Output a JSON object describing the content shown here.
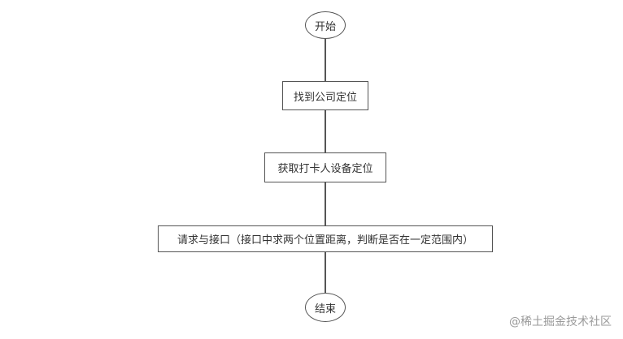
{
  "diagram": {
    "start": "开始",
    "step1": "找到公司定位",
    "step2": "获取打卡人设备定位",
    "step3": "请求与接口（接口中求两个位置距离，判断是否在一定范围内）",
    "end": "结束"
  },
  "watermark": "@稀土掘金技术社区",
  "colors": {
    "line": "#555555",
    "text": "#333333",
    "watermark": "#9a9a9a"
  }
}
